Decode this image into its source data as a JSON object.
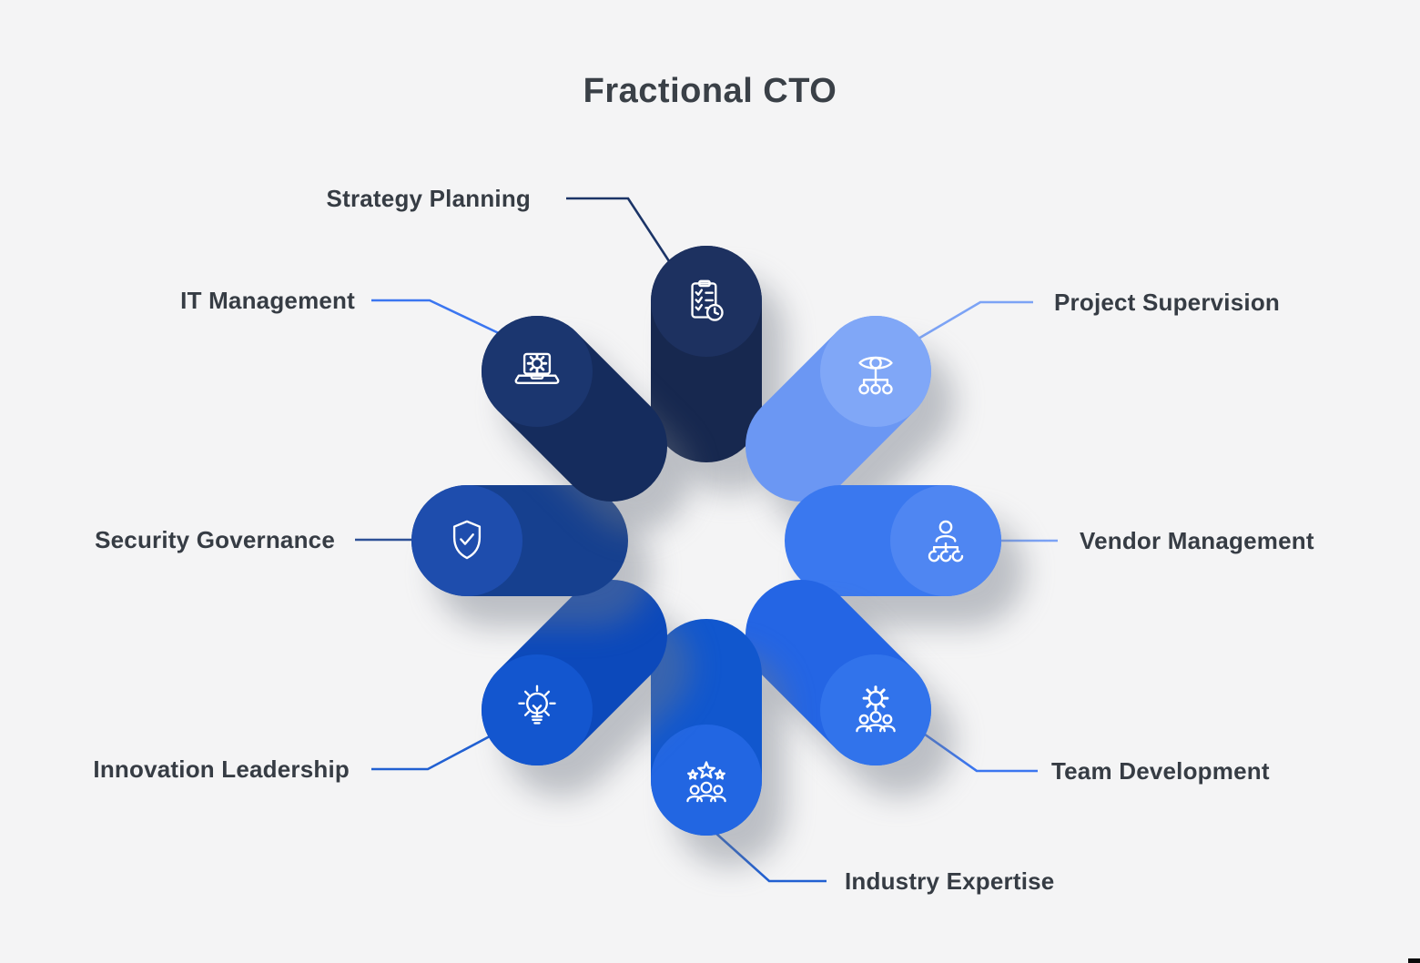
{
  "title": "Fractional CTO",
  "background_color": "#f4f4f5",
  "text_color": "#363c44",
  "items": [
    {
      "id": "strategy-planning",
      "label": "Strategy Planning",
      "icon": "clipboard-checklist-clock-icon",
      "side": "top",
      "colors": {
        "head": "#1d3160",
        "stem": "#17284f",
        "line": "#1b3467"
      }
    },
    {
      "id": "project-supervision",
      "label": "Project Supervision",
      "icon": "eye-hierarchy-icon",
      "side": "top-right",
      "colors": {
        "head": "#80a7f7",
        "stem": "#6b97f3",
        "line": "#7ca3f5"
      }
    },
    {
      "id": "vendor-management",
      "label": "Vendor Management",
      "icon": "person-hierarchy-icon",
      "side": "right",
      "colors": {
        "head": "#4f86f2",
        "stem": "#3a78ef",
        "line": "#7ca3f5"
      }
    },
    {
      "id": "team-development",
      "label": "Team Development",
      "icon": "gear-team-icon",
      "side": "bottom-right",
      "colors": {
        "head": "#3173eb",
        "stem": "#2465e4",
        "line": "#3b76f0"
      }
    },
    {
      "id": "industry-expertise",
      "label": "Industry Expertise",
      "icon": "stars-team-icon",
      "side": "bottom",
      "colors": {
        "head": "#2266e2",
        "stem": "#1157ce",
        "line": "#2160d2"
      }
    },
    {
      "id": "innovation-leadership",
      "label": "Innovation Leadership",
      "icon": "lightbulb-icon",
      "side": "bottom-left",
      "colors": {
        "head": "#1356cf",
        "stem": "#0c49bb",
        "line": "#2160d2"
      }
    },
    {
      "id": "security-governance",
      "label": "Security Governance",
      "icon": "shield-check-icon",
      "side": "left",
      "colors": {
        "head": "#1e4dad",
        "stem": "#16408f",
        "line": "#2d5096"
      }
    },
    {
      "id": "it-management",
      "label": "IT Management",
      "icon": "laptop-gear-icon",
      "side": "top-left",
      "colors": {
        "head": "#1b366f",
        "stem": "#152c5d",
        "line": "#3b76f0"
      }
    }
  ]
}
